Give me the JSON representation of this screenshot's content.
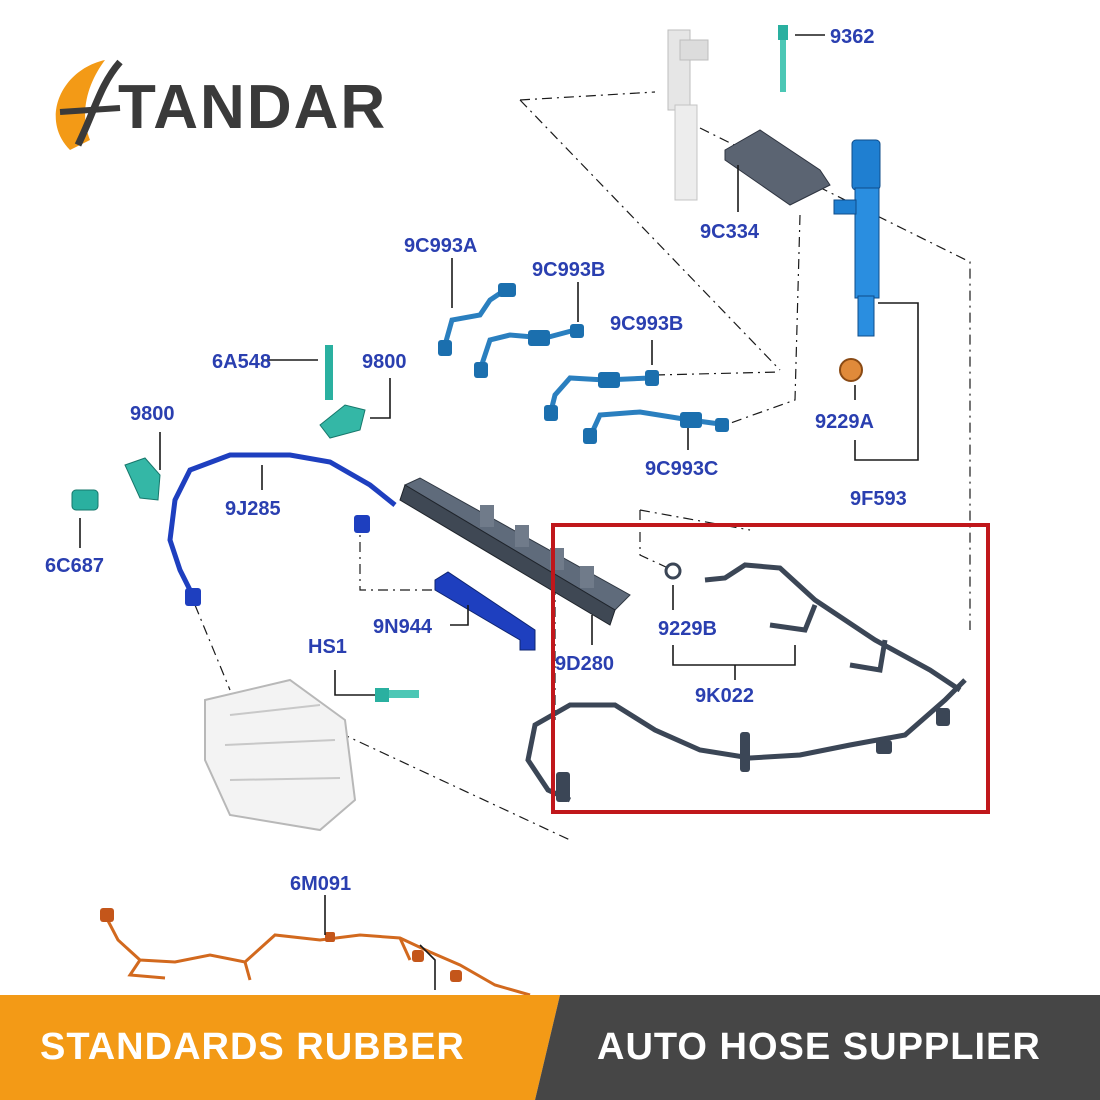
{
  "brand": {
    "logo_text": "TANDAR"
  },
  "labels": {
    "l9362": "9362",
    "l9C334": "9C334",
    "l9C993A": "9C993A",
    "l9C993B_1": "9C993B",
    "l9C993B_2": "9C993B",
    "l9C993C": "9C993C",
    "l6A548": "6A548",
    "l9800_1": "9800",
    "l9800_2": "9800",
    "l9J285": "9J285",
    "l6C687": "6C687",
    "l9229A": "9229A",
    "l9F593": "9F593",
    "l9229B": "9229B",
    "l9N944": "9N944",
    "lHS1": "HS1",
    "l9D280": "9D280",
    "l9K022": "9K022",
    "l6M091": "6M091"
  },
  "banner": {
    "left_text": "STANDARDS RUBBER",
    "right_text": "AUTO HOSE SUPPLIER"
  },
  "colors": {
    "label": "#2a3fb0",
    "highlight_box": "#c0171b",
    "orange": "#f39a16",
    "dark": "#464646",
    "harness": "#d2691e"
  }
}
